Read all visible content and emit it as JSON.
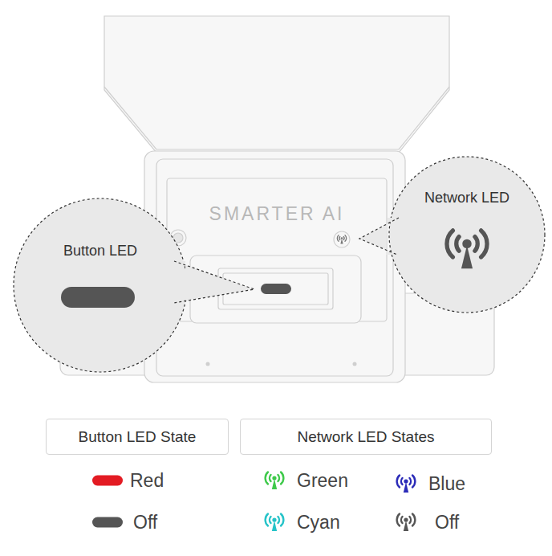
{
  "diagram": {
    "nodes": [
      {
        "text": [
          "Button LED"
        ]
      },
      {
        "text": [
          "Network LED"
        ]
      },
      {
        "text": [
          "Button LED State"
        ]
      },
      {
        "text": [
          "Network LED States"
        ]
      }
    ],
    "labels": [
      "SMARTER AI"
    ],
    "legend": [
      {
        "text": "Red",
        "color": "#e31b23"
      },
      {
        "text": "Off",
        "color": "#555555"
      },
      {
        "text": "Green",
        "color": "#3ec94a"
      },
      {
        "text": "Blue",
        "color": "#2b2bb8"
      },
      {
        "text": "Cyan",
        "color": "#25c3c8"
      },
      {
        "text": "Off",
        "color": "#555555"
      }
    ]
  }
}
